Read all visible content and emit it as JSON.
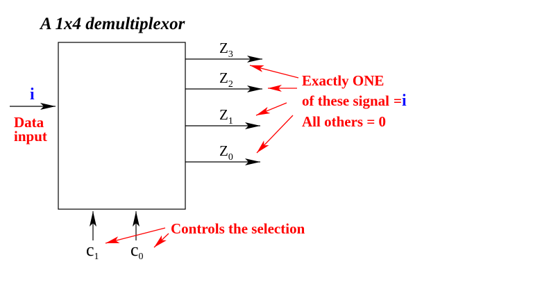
{
  "title": "A 1x4 demultiplexor",
  "input": {
    "symbol": "i",
    "label_line1": "Data",
    "label_line2": "input"
  },
  "outputs": [
    {
      "base": "Z",
      "sub": "3"
    },
    {
      "base": "Z",
      "sub": "2"
    },
    {
      "base": "Z",
      "sub": "1"
    },
    {
      "base": "Z",
      "sub": "0"
    }
  ],
  "controls": [
    {
      "base": "c",
      "sub": "1"
    },
    {
      "base": "c",
      "sub": "0"
    }
  ],
  "annotation_outputs": {
    "line1": "Exactly ONE",
    "line2_prefix": "of these signal",
    "line2_eq": "=",
    "line2_symbol": "i",
    "line3": "All others = 0"
  },
  "annotation_controls": "Controls the selection",
  "colors": {
    "annotation": "#ff0000",
    "symbol": "#1010ff",
    "line": "#000000"
  }
}
